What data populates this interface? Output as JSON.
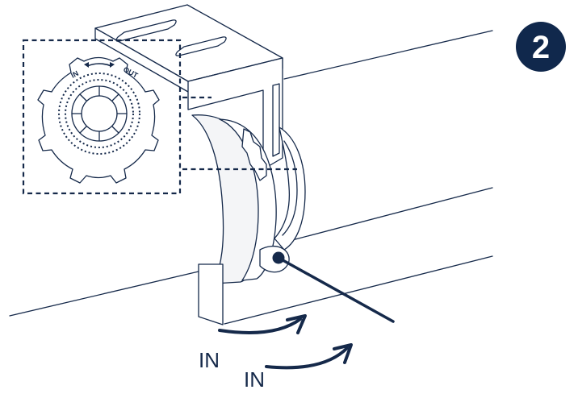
{
  "step": {
    "number": "2"
  },
  "detail": {
    "label_in": "IN",
    "label_out": "OUT"
  },
  "arrows": [
    {
      "label": "IN"
    },
    {
      "label": "IN"
    }
  ],
  "colors": {
    "navy": "#15294a",
    "badge": "#10284c",
    "background": "#ffffff"
  },
  "icons": [
    "rotation-arrow-icon",
    "curved-arrow-icon"
  ]
}
